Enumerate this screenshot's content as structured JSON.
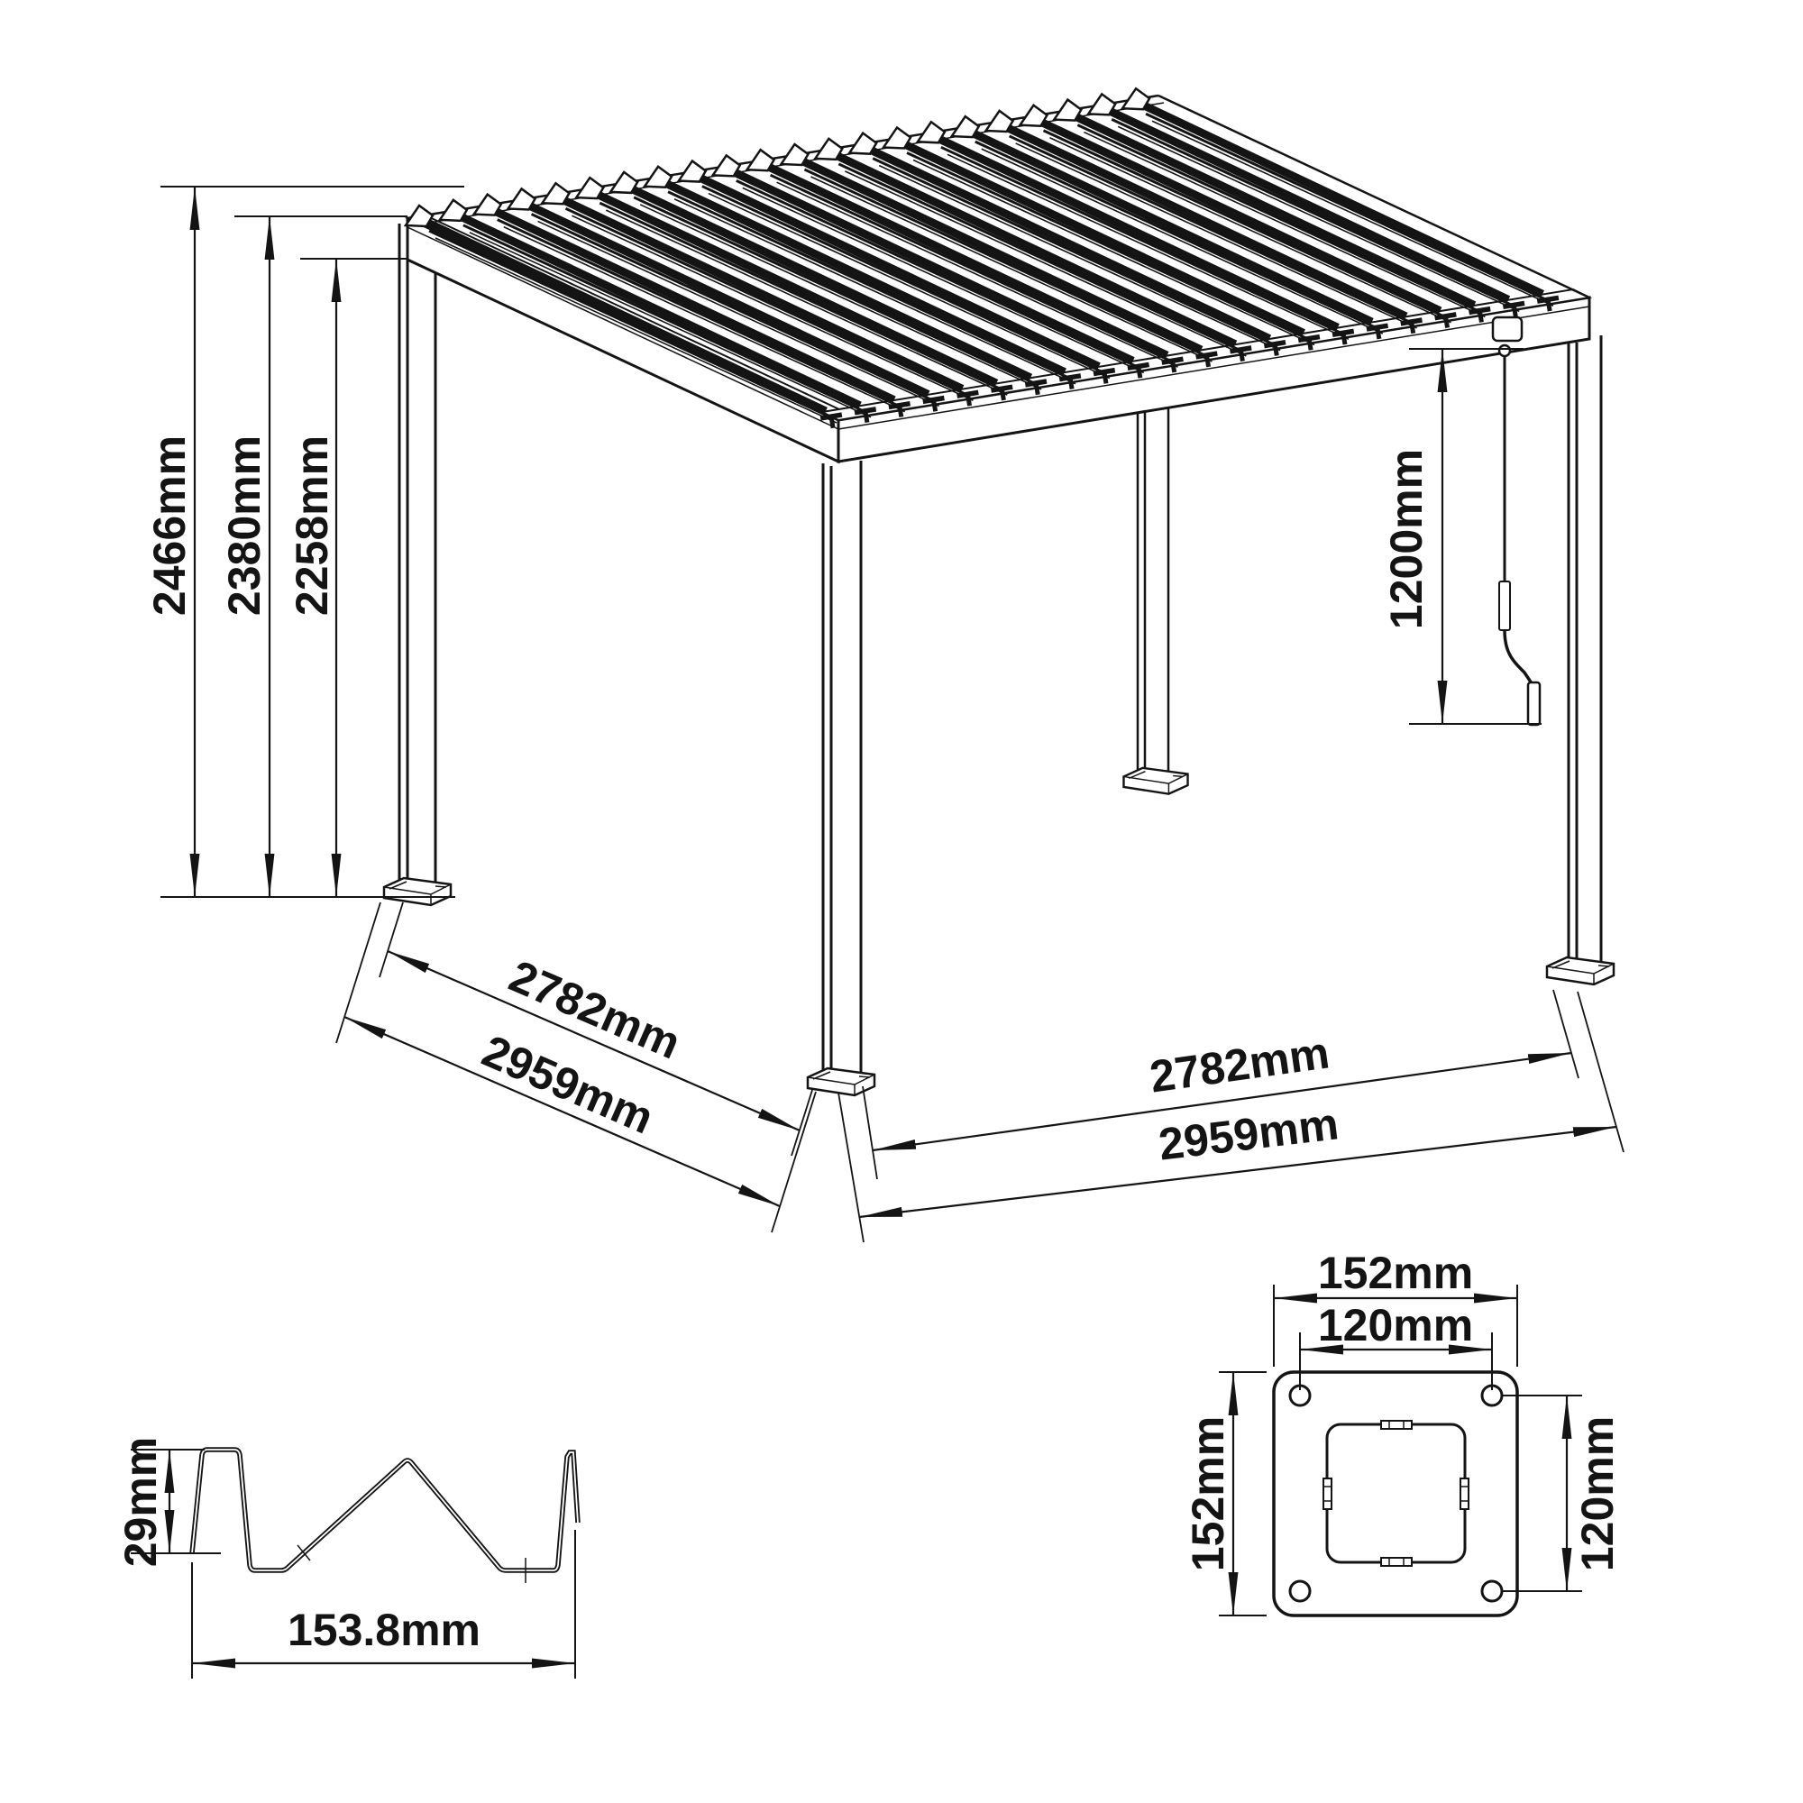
{
  "colors": {
    "line": "#141414",
    "background": "#ffffff"
  },
  "main_view": {
    "height_total": "2466mm",
    "height_frame": "2380mm",
    "height_clearance": "2258mm",
    "crank_drop": "1200mm",
    "left_span_inner": "2782mm",
    "left_span_outer": "2959mm",
    "right_span_inner": "2782mm",
    "right_span_outer": "2959mm"
  },
  "louver_profile": {
    "height": "29mm",
    "width": "153.8mm"
  },
  "base_plate": {
    "outer_width": "152mm",
    "bolt_spacing_width": "120mm",
    "outer_height": "152mm",
    "bolt_spacing_height": "120mm"
  }
}
